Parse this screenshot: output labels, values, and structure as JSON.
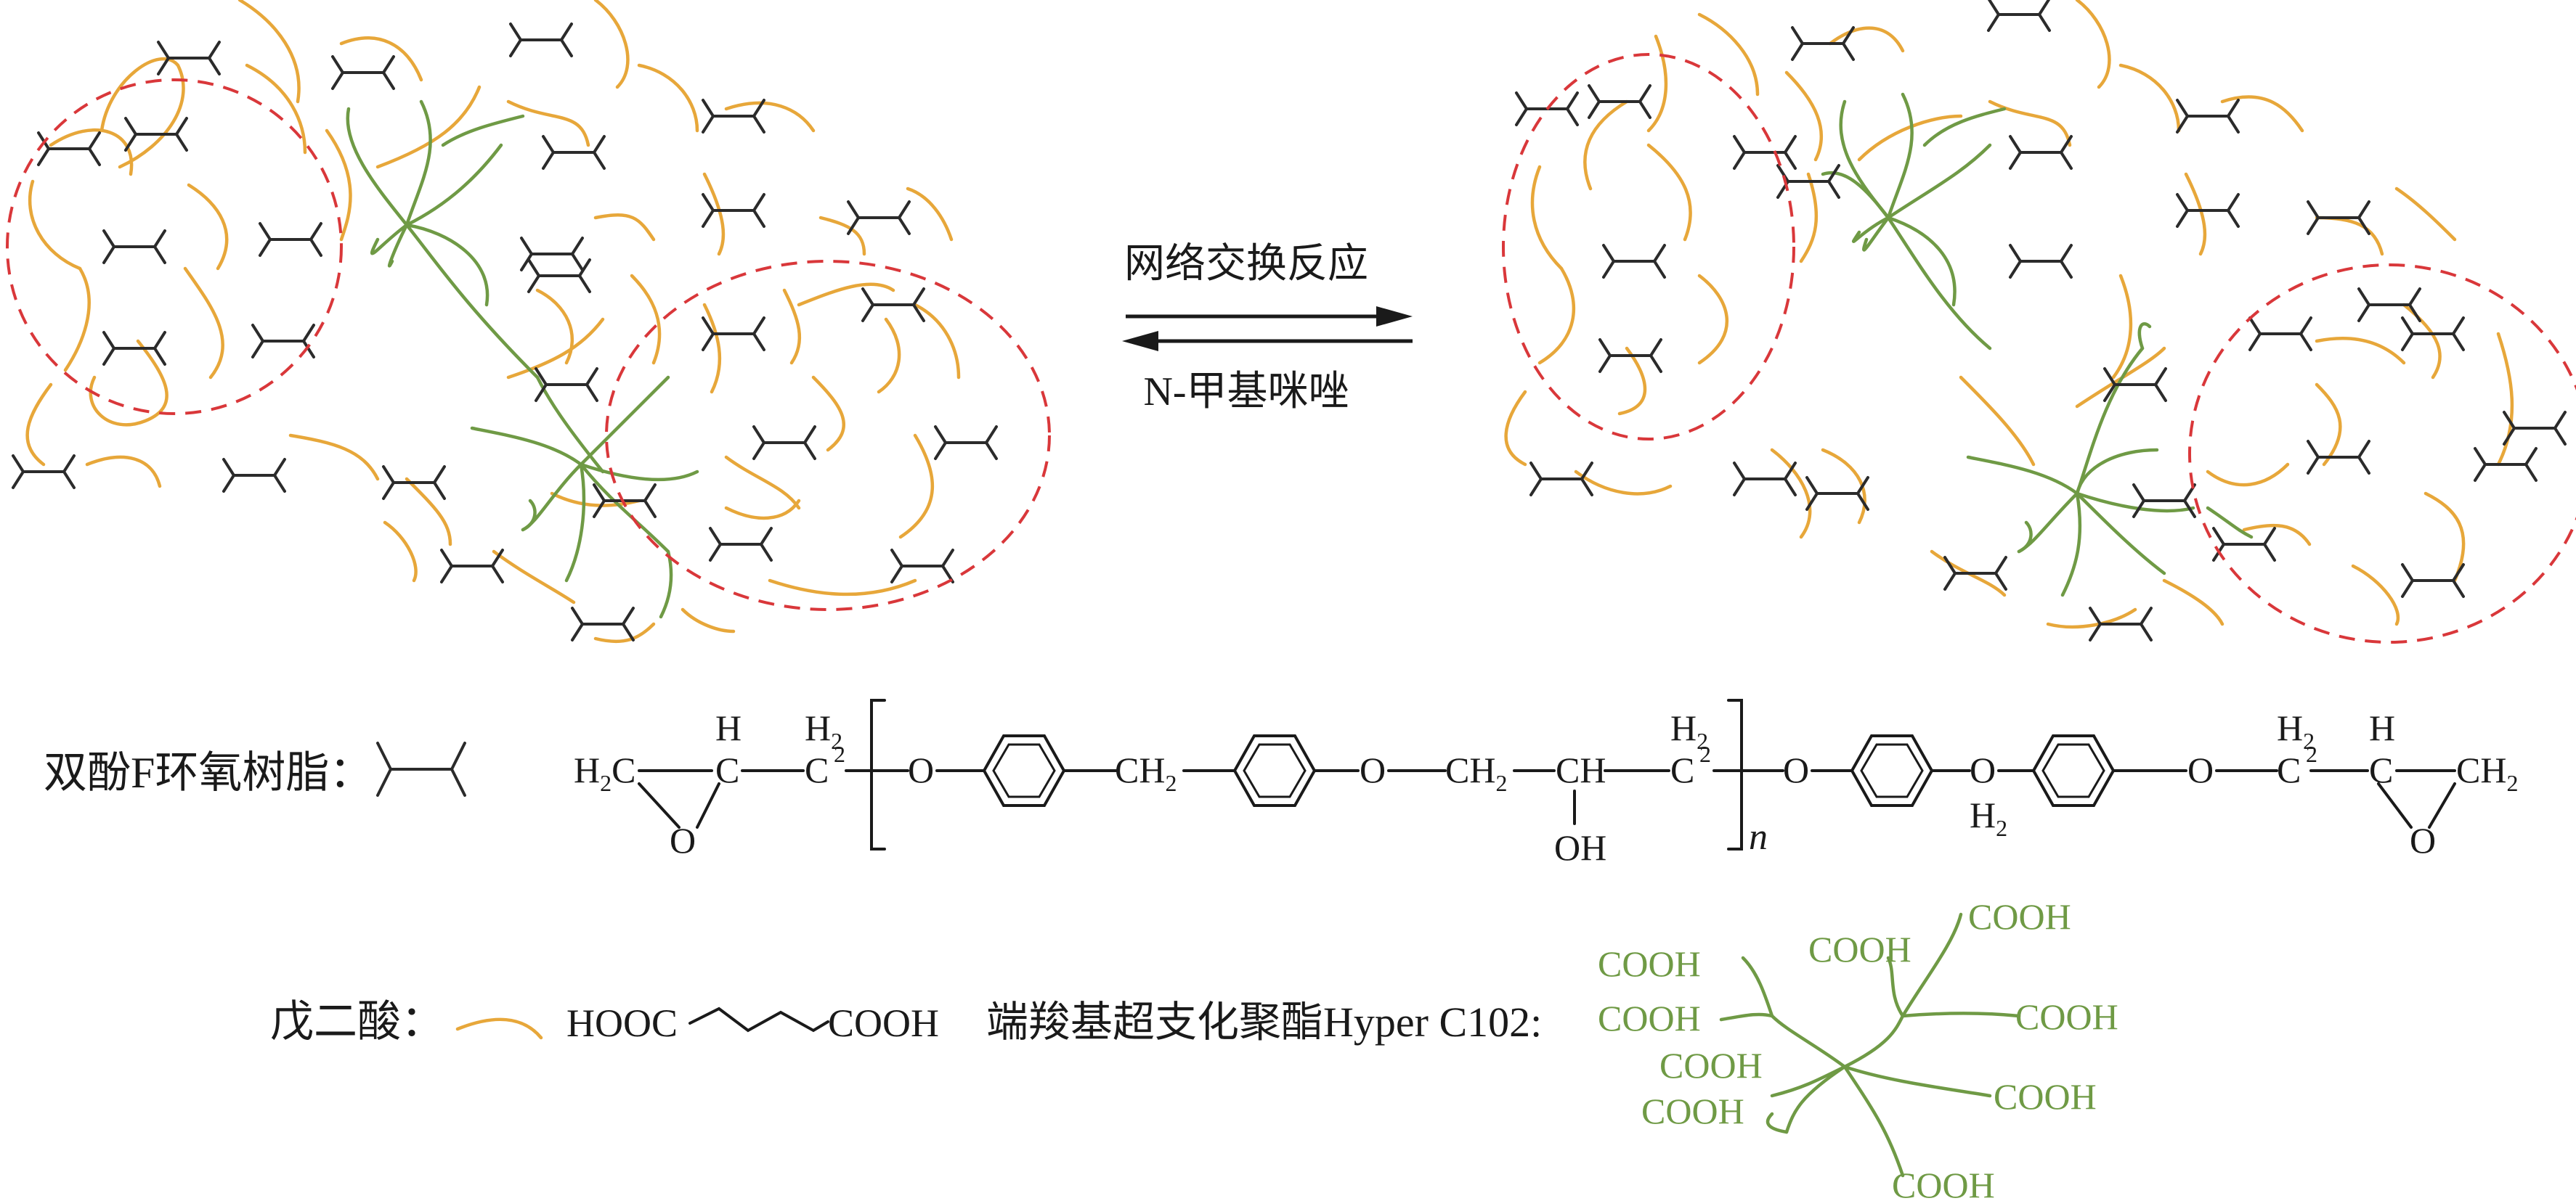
{
  "reaction": {
    "forward_label": "网络交换反应",
    "reverse_label": "N-甲基咪唑"
  },
  "legend": {
    "epoxy_label": "双酚F环氧树脂：",
    "glutaric_label": "戊二酸：",
    "glutaric_formula_left": "HOOC",
    "glutaric_formula_right": "COOH",
    "hyper_label": "端羧基超支化聚酯Hyper C102:",
    "cooh": "COOH"
  },
  "epoxy_formula": {
    "h2c": "H",
    "h2c_sub": "2",
    "c": "C",
    "ch": "CH",
    "ch2": "CH",
    "sub2": "2",
    "h": "H",
    "o": "O",
    "oh": "OH",
    "n": "n"
  },
  "colors": {
    "epoxy": "#2b2b2b",
    "glutaric_acid": "#e7a73a",
    "hyperbranched": "#6f9a45",
    "circle": "#d9373a"
  }
}
